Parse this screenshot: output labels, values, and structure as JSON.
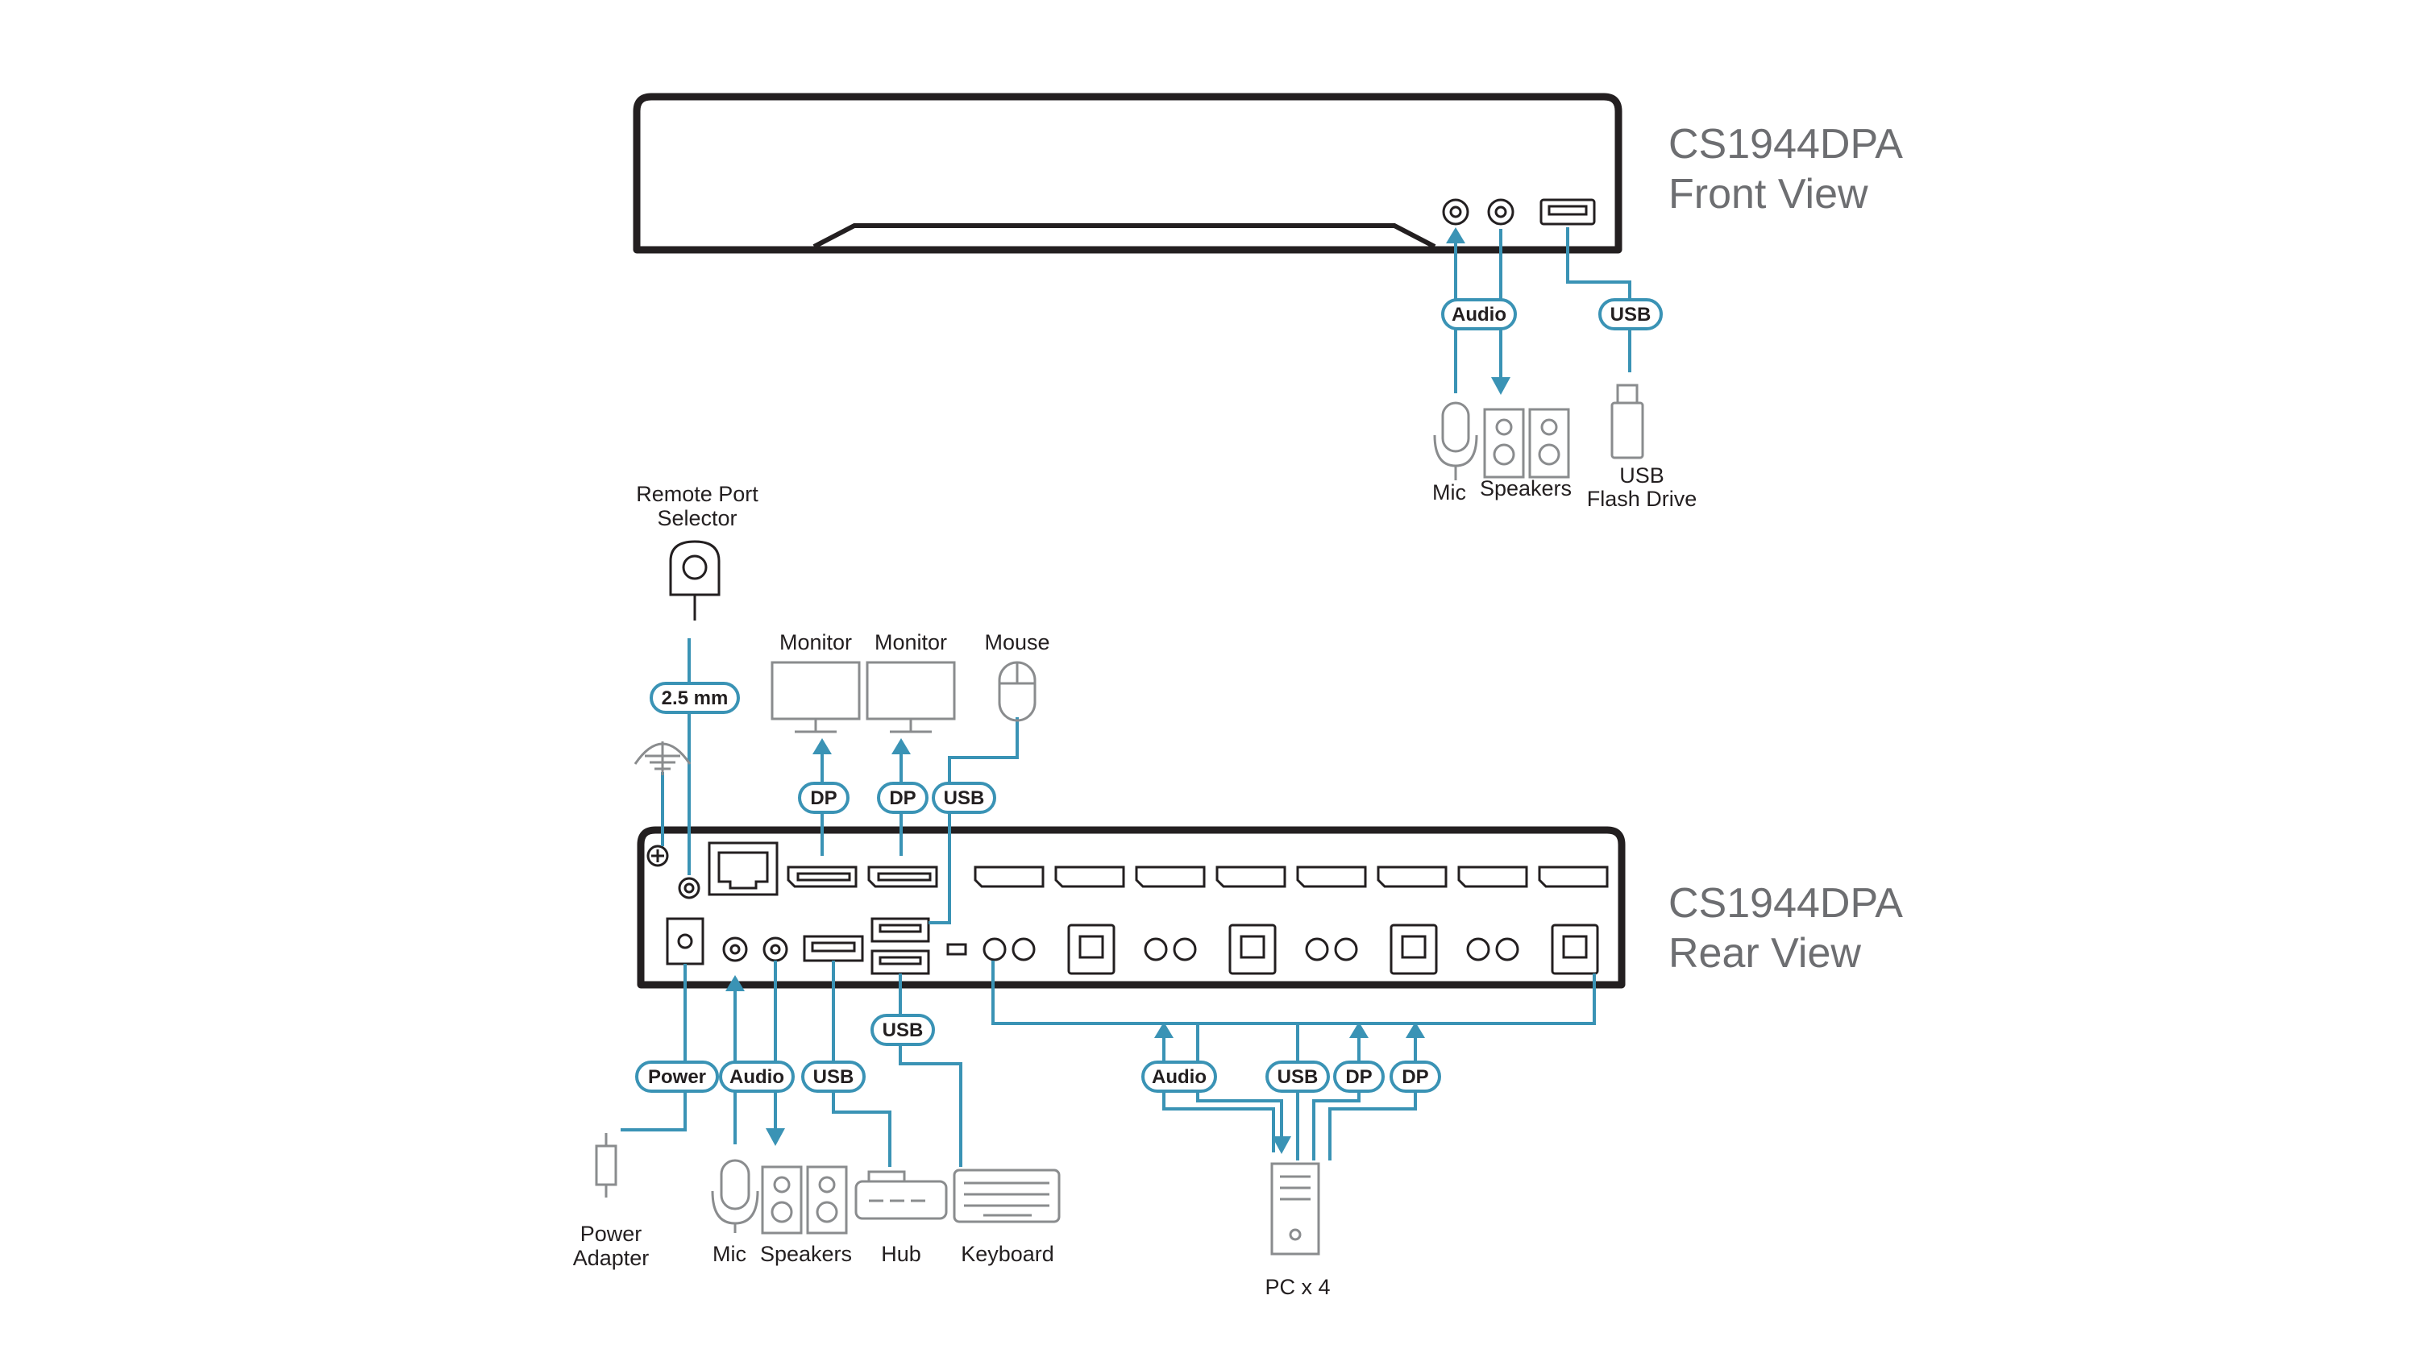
{
  "front": {
    "title_line1": "CS1944DPA",
    "title_line2": "Front View",
    "tags": {
      "audio": "Audio",
      "usb": "USB"
    },
    "devices": {
      "mic": "Mic",
      "speakers": "Speakers",
      "usb_line1": "USB",
      "usb_line2": "Flash Drive"
    }
  },
  "rear": {
    "title_line1": "CS1944DPA",
    "title_line2": "Rear View",
    "tags": {
      "remote": "2.5 mm",
      "dp1": "DP",
      "dp2": "DP",
      "usb_mouse": "USB",
      "usb_keyboard": "USB",
      "power": "Power",
      "audio": "Audio",
      "usb_hub": "USB",
      "pc_audio": "Audio",
      "pc_usb": "USB",
      "pc_dp1": "DP",
      "pc_dp2": "DP"
    },
    "devices": {
      "remote_line1": "Remote Port",
      "remote_line2": "Selector",
      "monitor1": "Monitor",
      "monitor2": "Monitor",
      "mouse": "Mouse",
      "power_line1": "Power",
      "power_line2": "Adapter",
      "mic": "Mic",
      "speakers": "Speakers",
      "hub": "Hub",
      "keyboard": "Keyboard",
      "pc": "PC x 4"
    }
  },
  "colors": {
    "wire": "#3a93b5",
    "device": "#231f20",
    "icon": "#8a8c8e",
    "title": "#6d6e71"
  }
}
